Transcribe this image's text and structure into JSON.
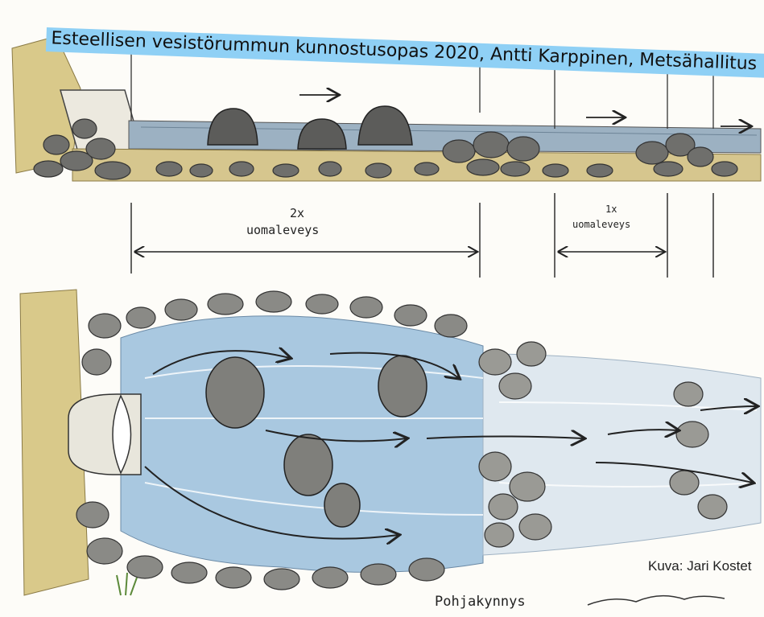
{
  "banner": {
    "text": "Esteellisen vesistörummun kunnostusopas 2020, Antti Karppinen, Metsähallitus"
  },
  "dimensions": {
    "wide": {
      "multiplier": "2x",
      "label": "uomaleveys"
    },
    "narrow": {
      "multiplier": "1x",
      "label": "uomaleveys"
    }
  },
  "caption": {
    "name": "Pohjakynnys",
    "credit": "Kuva: Jari Kostet"
  },
  "colors": {
    "banner": "#8fd0f5",
    "water": "#a9c8e0",
    "stone": "#6f6f6c",
    "gravel": "#d6c68e"
  },
  "icons": [
    "arrow-right-icon",
    "double-arrow-icon",
    "culvert-pipe-icon",
    "signature-icon"
  ]
}
